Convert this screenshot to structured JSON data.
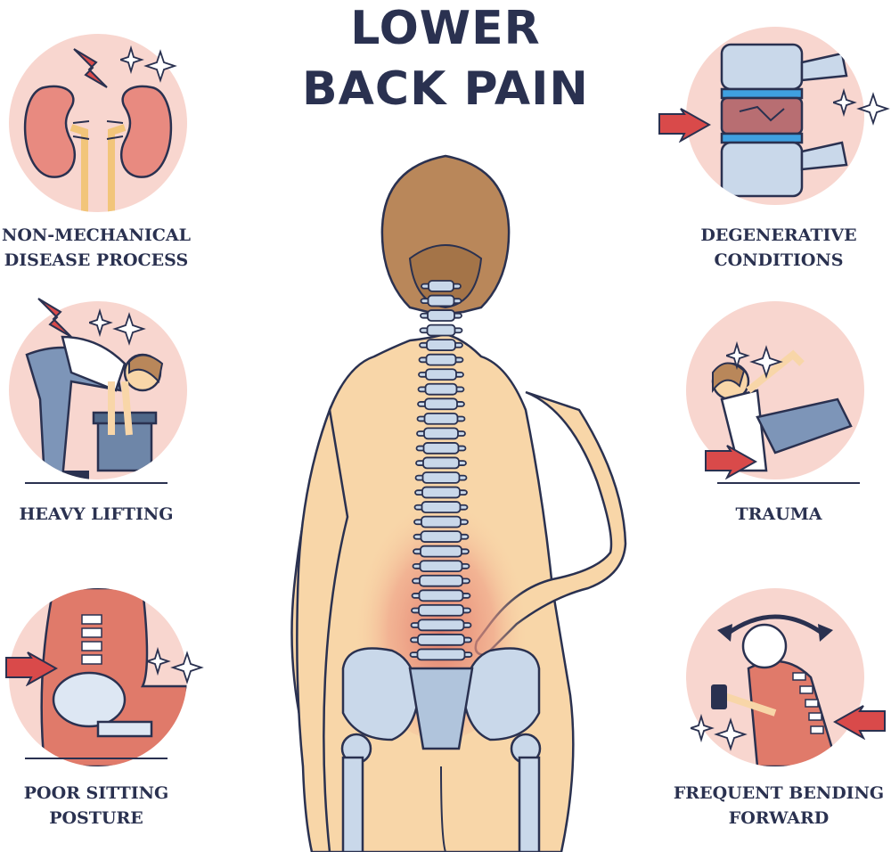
{
  "title": {
    "line1": "LOWER",
    "line2": "BACK PAIN"
  },
  "causes": {
    "non_mechanical": {
      "line1": "NON-MECHANICAL",
      "line2": "DISEASE PROCESS"
    },
    "heavy_lifting": {
      "line1": "HEAVY LIFTING"
    },
    "poor_sitting": {
      "line1": "POOR SITTING",
      "line2": "POSTURE"
    },
    "degenerative": {
      "line1": "DEGENERATIVE",
      "line2": "CONDITIONS"
    },
    "trauma": {
      "line1": "TRAUMA"
    },
    "bending": {
      "line1": "FREQUENT BENDING",
      "line2": "FORWARD"
    }
  },
  "colors": {
    "navy": "#2a3150",
    "circle_bg": "#f8d6cf",
    "skin": "#f8d6a8",
    "pain": "#e07a6a",
    "bone": "#c9d8ea",
    "hair": "#b9875a"
  }
}
